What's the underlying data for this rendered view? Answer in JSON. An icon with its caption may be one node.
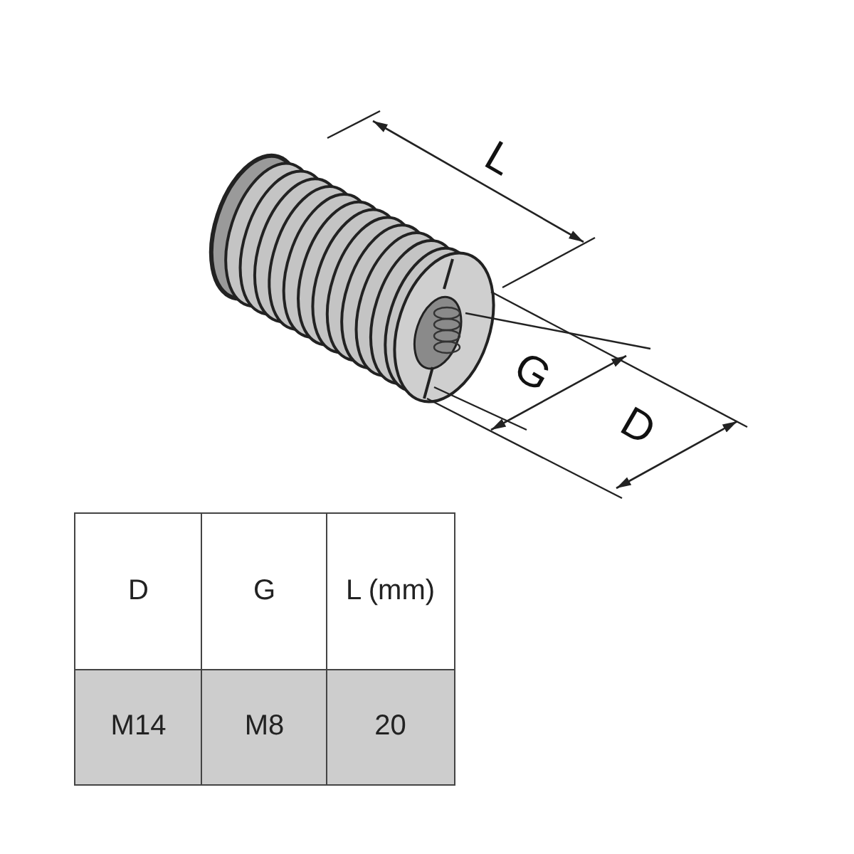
{
  "diagram": {
    "labels": [
      "L",
      "G",
      "D",
      "D",
      "G",
      "L (mm)",
      "M14",
      "M8",
      "20"
    ]
  }
}
